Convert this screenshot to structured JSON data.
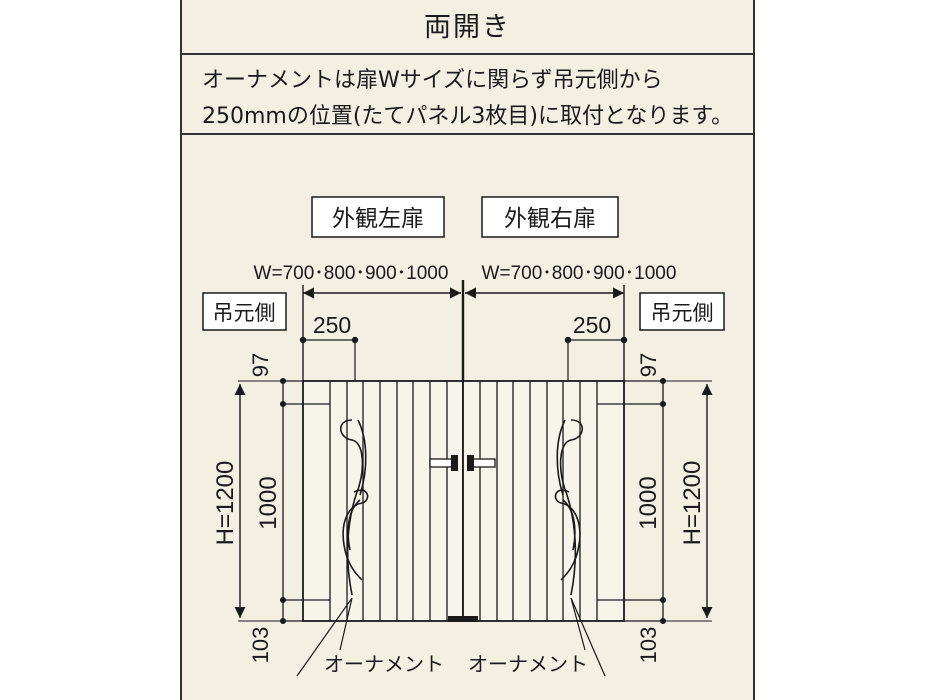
{
  "title": "両開き",
  "note": {
    "line1": "オーナメントは扉Wサイズに関らず吊元側から",
    "line2": "250mmの位置(たてパネル3枚目)に取付となります。"
  },
  "labels": {
    "left_leaf": "外観左扉",
    "right_leaf": "外観右扉",
    "width_left": "W=700･800･900･1000",
    "width_right": "W=700･800･900･1000",
    "hinge_left": "吊元側",
    "hinge_right": "吊元側",
    "offset_left": "250",
    "offset_right": "250",
    "top_gap_left": "97",
    "top_gap_right": "97",
    "bottom_gap_left": "103",
    "bottom_gap_right": "103",
    "height_left": "H=1200",
    "height_right": "H=1200",
    "panel_left": "1000",
    "panel_right": "1000",
    "ornament_left": "オーナメント",
    "ornament_right": "オーナメント"
  },
  "colors": {
    "background": "#f3efe2",
    "line": "#1a1a1a",
    "door_fill": "#f7f4ea"
  }
}
